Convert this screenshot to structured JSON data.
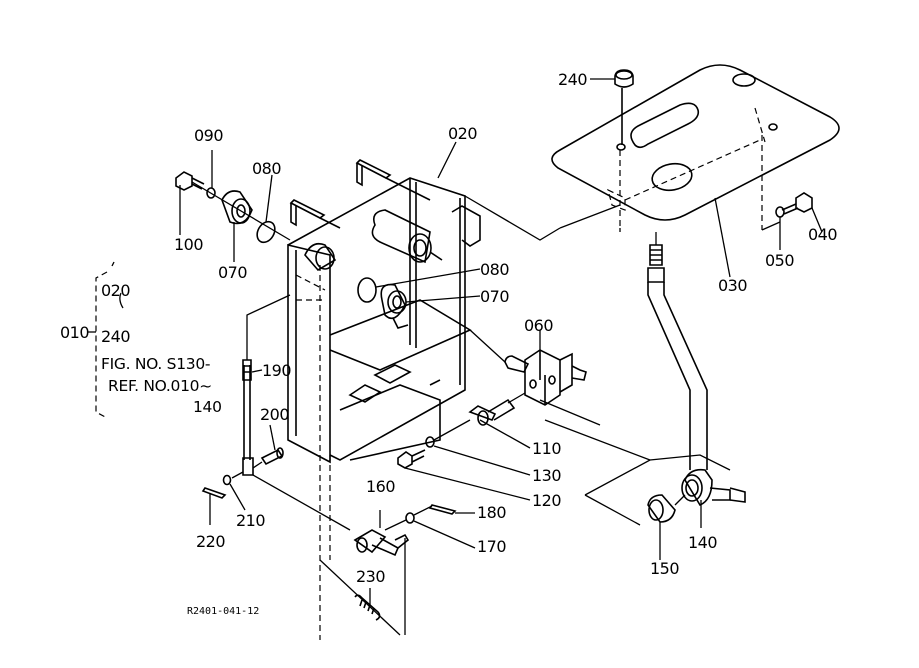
{
  "diagram": {
    "title": "Parts exploded view",
    "drawing_code": "R2401-041-12",
    "callouts": {
      "p020": "020",
      "p030": "030",
      "p040": "040",
      "p050": "050",
      "p060": "060",
      "p070a": "070",
      "p070b": "070",
      "p080a": "080",
      "p080b": "080",
      "p090": "090",
      "p100": "100",
      "p110": "110",
      "p120": "120",
      "p130": "130",
      "p140": "140",
      "p150": "150",
      "p160": "160",
      "p170": "170",
      "p180": "180",
      "p190": "190",
      "p200": "200",
      "p210": "210",
      "p220": "220",
      "p230": "230",
      "p240": "240"
    },
    "assembly_note": {
      "ref": "010",
      "range_start": "020",
      "range_tilde": "~",
      "range_end": "240",
      "fig_line": "FIG. NO. S130-",
      "ref_line": "REF. NO.010~",
      "ref_end": "140"
    }
  }
}
